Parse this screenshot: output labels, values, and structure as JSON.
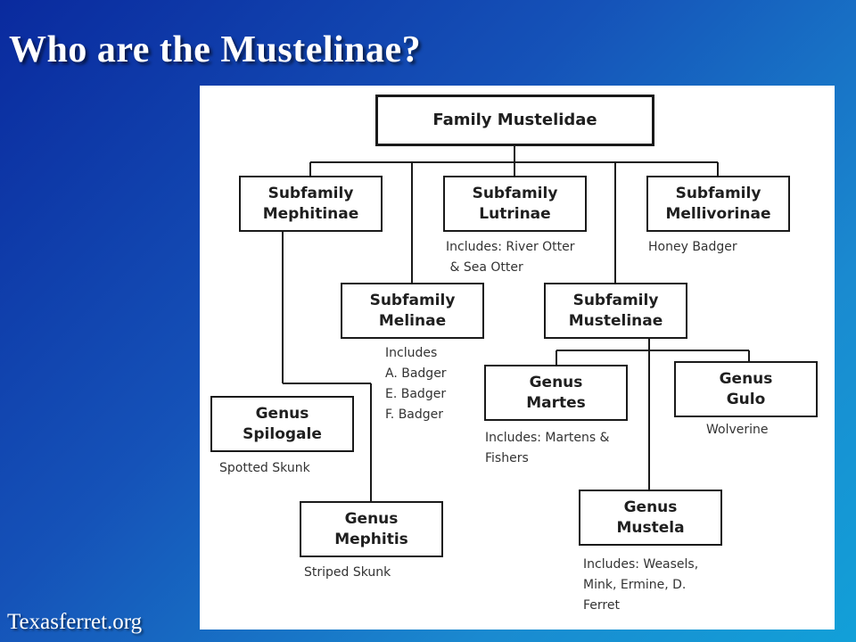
{
  "title": "Who are the Mustelinae?",
  "footer": "Texasferret.org",
  "diagram": {
    "family": {
      "line1": "Family Mustelidae"
    },
    "mephitinae": {
      "line1": "Subfamily",
      "line2": "Mephitinae"
    },
    "lutrinae": {
      "line1": "Subfamily",
      "line2": "Lutrinae",
      "note": "Includes: River Otter\n & Sea Otter"
    },
    "mellivorinae": {
      "line1": "Subfamily",
      "line2": "Mellivorinae",
      "note": "Honey Badger"
    },
    "melinae": {
      "line1": "Subfamily",
      "line2": "Melinae",
      "note": "Includes\nA. Badger\nE. Badger\nF. Badger"
    },
    "mustelinae": {
      "line1": "Subfamily",
      "line2": "Mustelinae"
    },
    "spilogale": {
      "line1": "Genus",
      "line2": "Spilogale",
      "note": "Spotted Skunk"
    },
    "mephitis": {
      "line1": "Genus",
      "line2": "Mephitis",
      "note": "Striped Skunk"
    },
    "martes": {
      "line1": "Genus",
      "line2": "Martes",
      "note": "Includes: Martens &\nFishers"
    },
    "gulo": {
      "line1": "Genus",
      "line2": "Gulo",
      "note": "Wolverine"
    },
    "mustela": {
      "line1": "Genus",
      "line2": "Mustela",
      "note": "Includes: Weasels,\nMink, Ermine, D.\nFerret"
    }
  }
}
